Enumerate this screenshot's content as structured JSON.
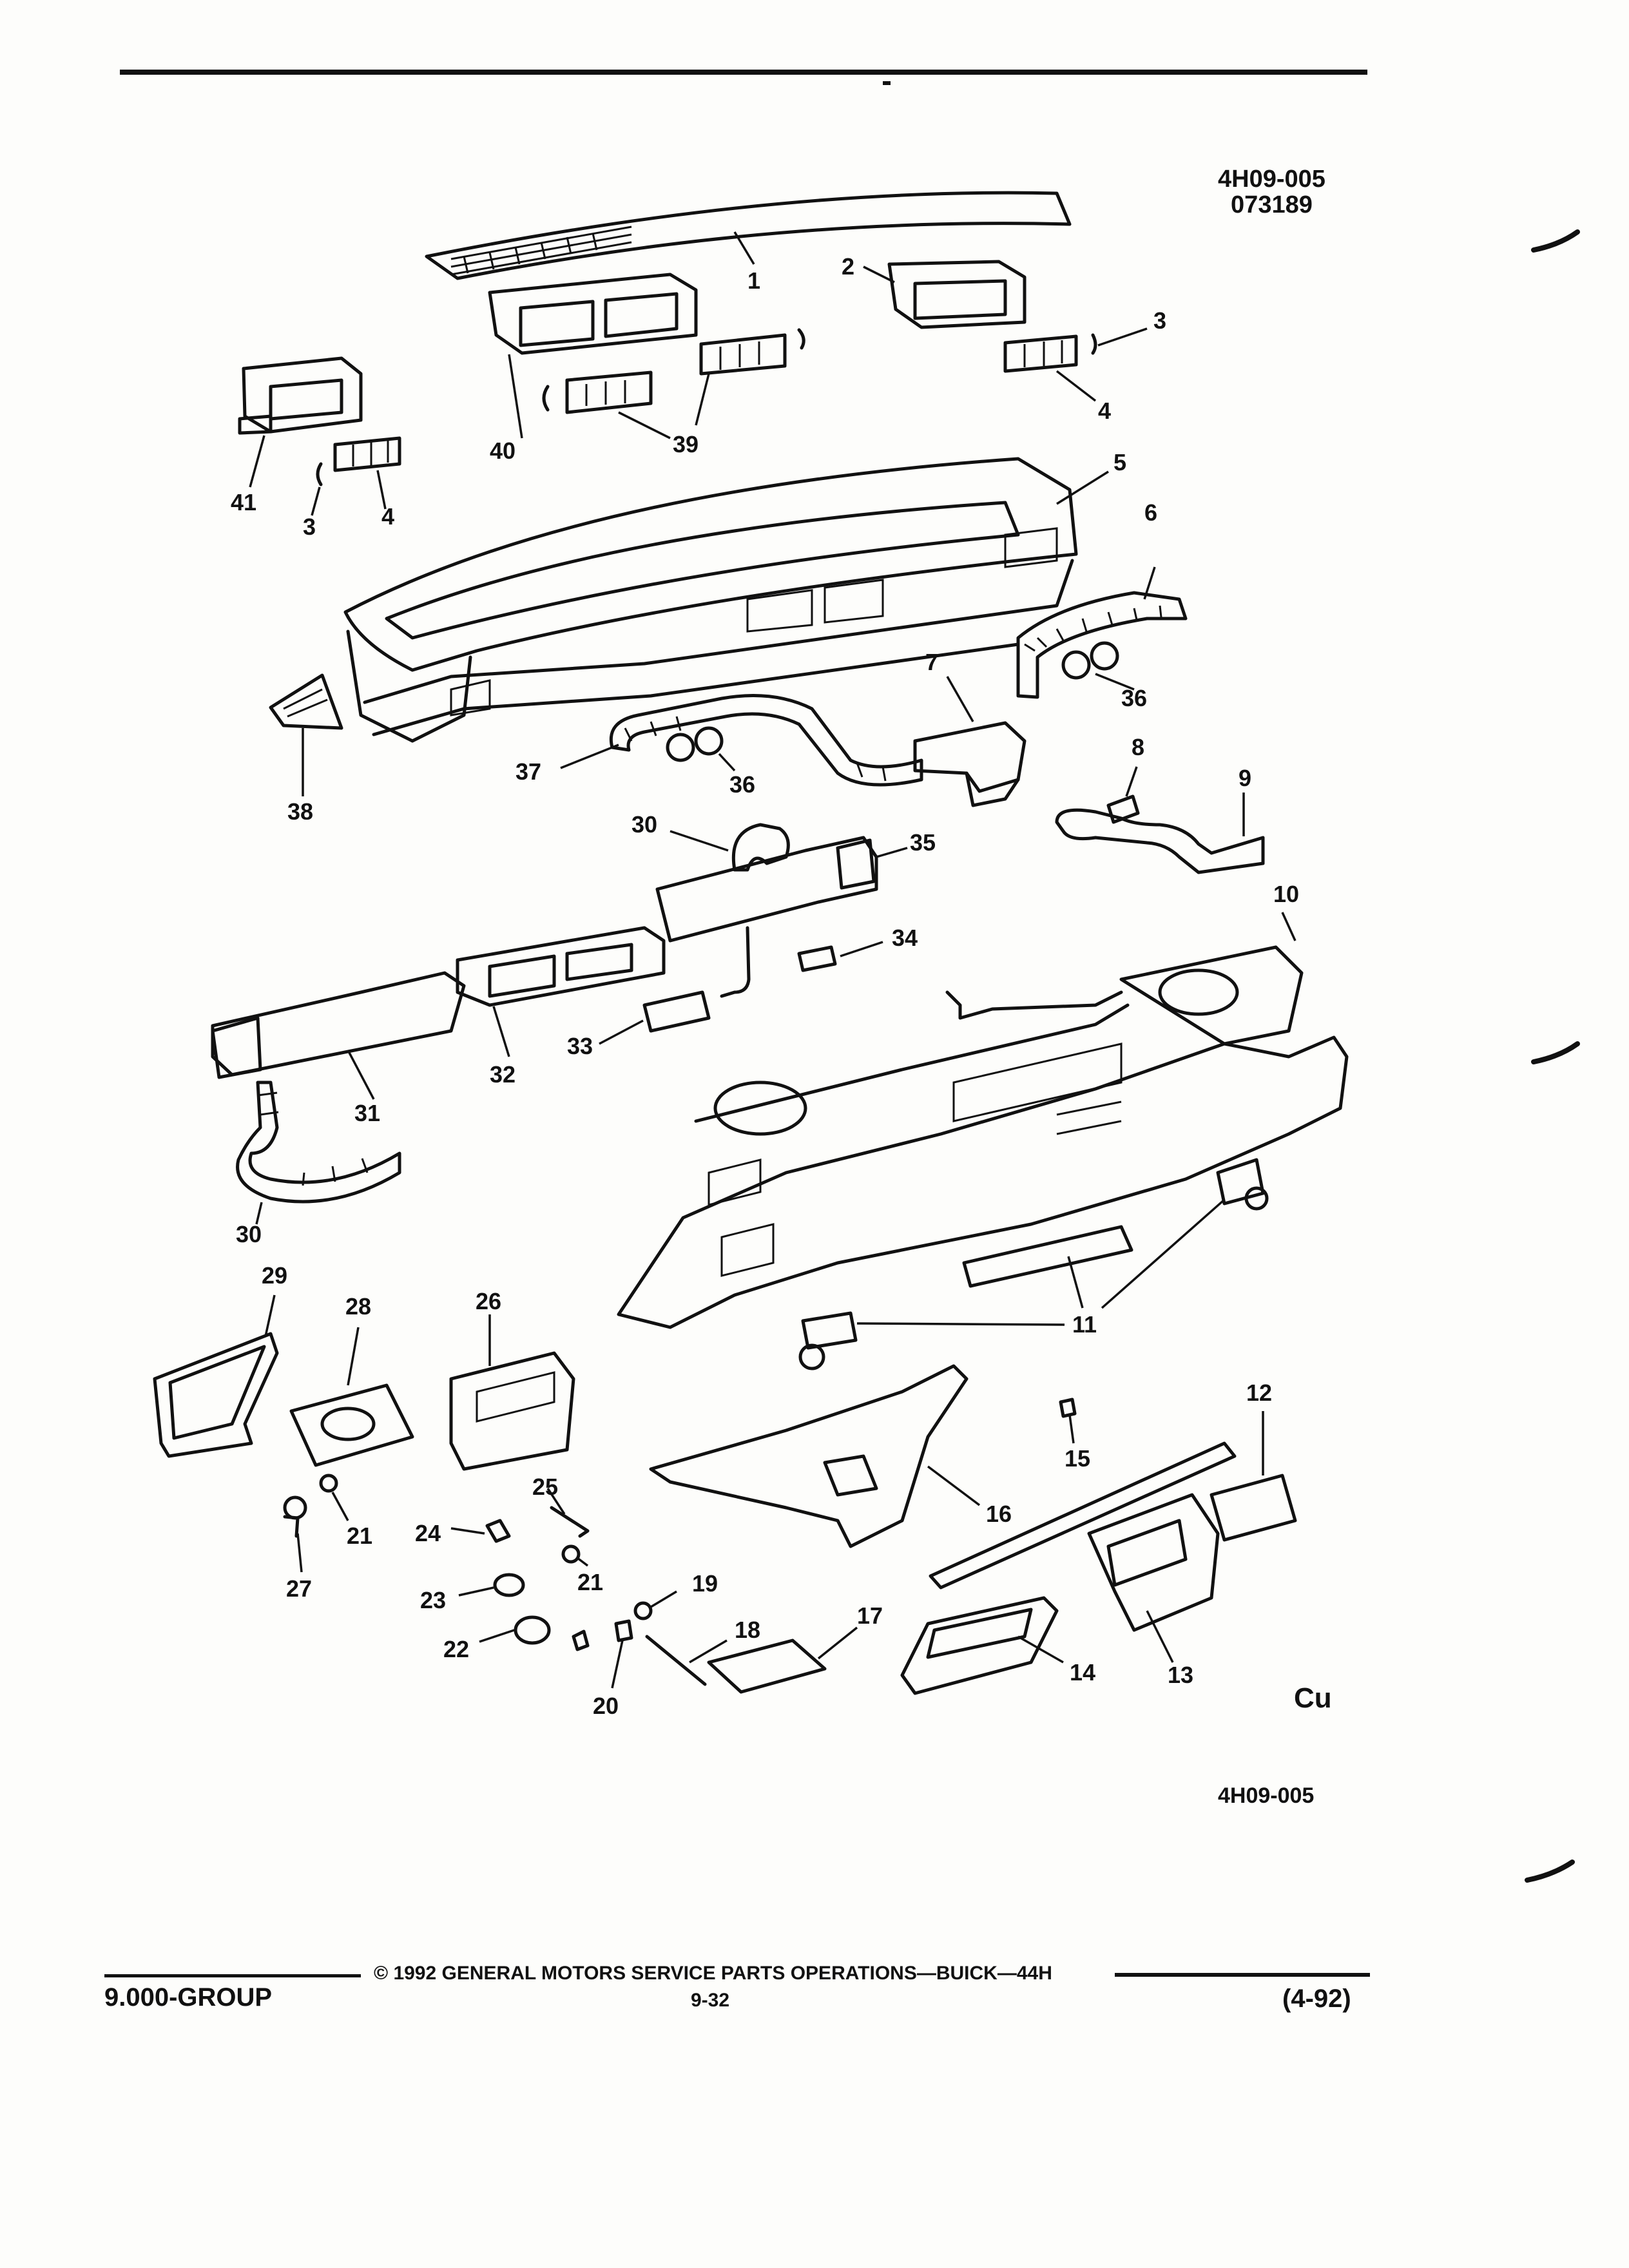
{
  "figure": {
    "id_top_line1": "4H09-005",
    "id_top_line2": "073189",
    "id_bottom": "4H09-005",
    "corner_mark": "Cu"
  },
  "footer": {
    "copyright": "© 1992 GENERAL MOTORS SERVICE PARTS OPERATIONS—BUICK—44H",
    "group": "9.000-GROUP",
    "page": "9-32",
    "date": "(4-92)"
  },
  "callouts": [
    "1",
    "2",
    "3",
    "4",
    "5",
    "6",
    "7",
    "8",
    "9",
    "10",
    "11",
    "12",
    "13",
    "14",
    "15",
    "16",
    "17",
    "18",
    "19",
    "20",
    "21",
    "22",
    "23",
    "24",
    "25",
    "26",
    "27",
    "28",
    "29",
    "30",
    "31",
    "32",
    "33",
    "34",
    "35",
    "36",
    "37",
    "38",
    "39",
    "40",
    "41"
  ],
  "colors": {
    "ink": "#111111",
    "paper": "#fdfdfb"
  }
}
